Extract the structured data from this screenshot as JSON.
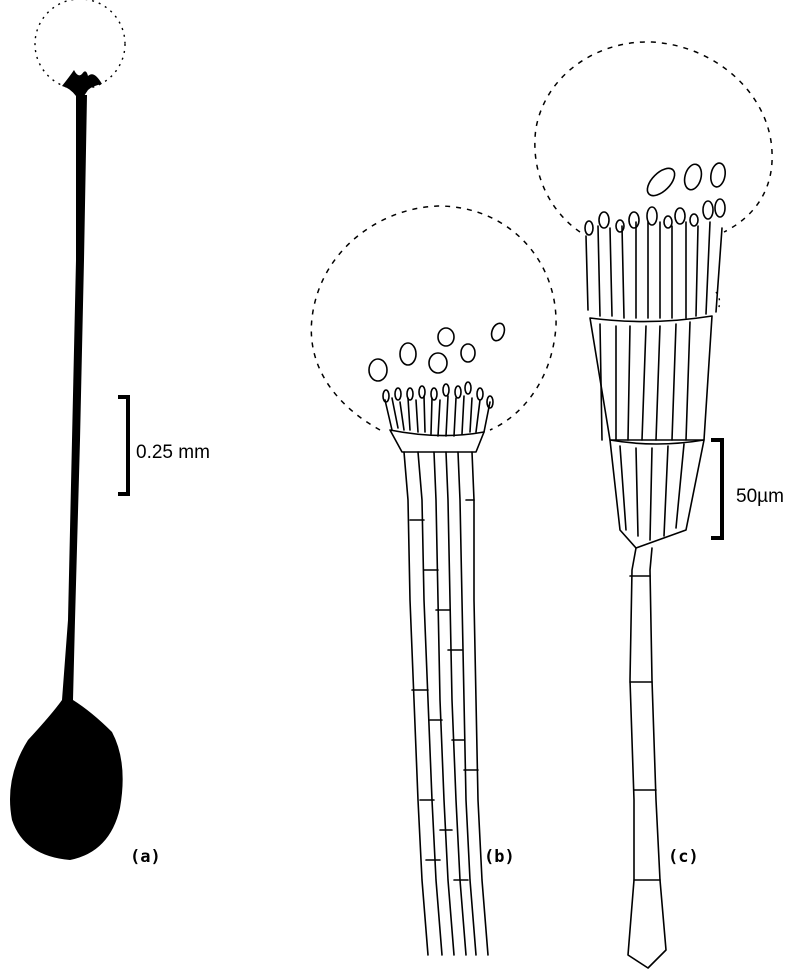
{
  "panels": {
    "a": {
      "label": "(a)"
    },
    "b": {
      "label": "(b)"
    },
    "c": {
      "label": "(c)"
    }
  },
  "scale_bars": {
    "left": {
      "text": "0.25 mm"
    },
    "right": {
      "text": "50µm"
    }
  }
}
